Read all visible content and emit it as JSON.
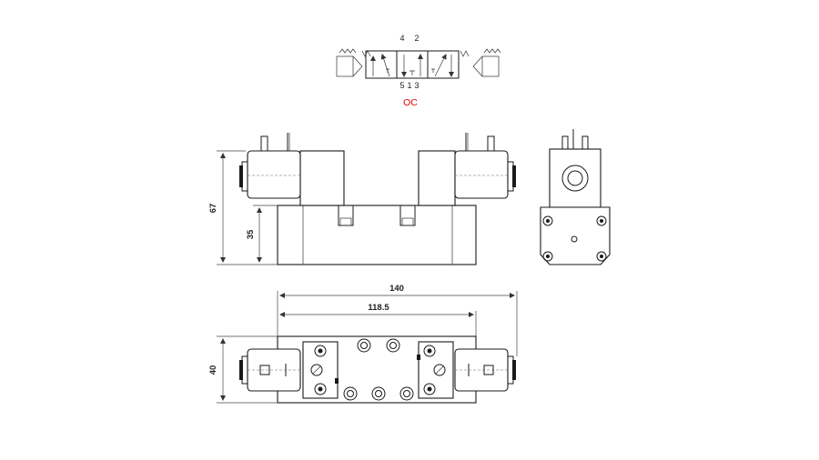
{
  "symbol": {
    "ports_top": [
      "4",
      "2"
    ],
    "ports_bottom": [
      "5",
      "1",
      "3"
    ],
    "code": "OC",
    "code_color": "#e00000"
  },
  "dimensions": {
    "height_total": "67",
    "height_body": "35",
    "length_total": "140",
    "length_body": "118.5",
    "width": "40"
  }
}
